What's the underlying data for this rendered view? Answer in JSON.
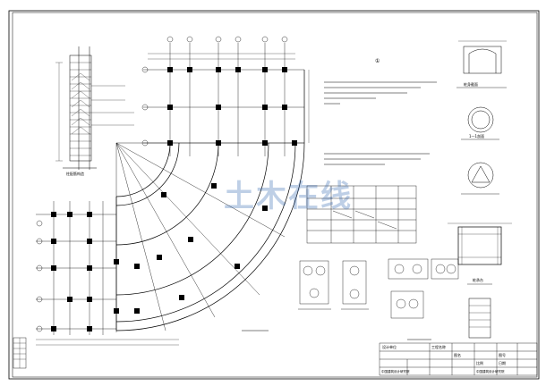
{
  "watermark": {
    "text": "土木在线"
  },
  "drawing": {
    "top_figure_mark": "①",
    "detail_title_column": "柱配筋构造",
    "detail_title_pile_cap": "桩承台",
    "detail_title_section": "1—1剖面",
    "detail_title_pile": "桩身截面"
  },
  "title_block": {
    "design_unit_label": "设计单位",
    "project_label": "工程名称",
    "drawing_label": "图名",
    "drawing_no_label": "图号",
    "scale_label": "比例",
    "date_label": "日期",
    "footer_left": "中国建筑设计研究院",
    "footer_right": "中国建筑设计研究院"
  },
  "colors": {
    "line": "#000000",
    "watermark": "#1a56a8",
    "paper": "#ffffff"
  }
}
